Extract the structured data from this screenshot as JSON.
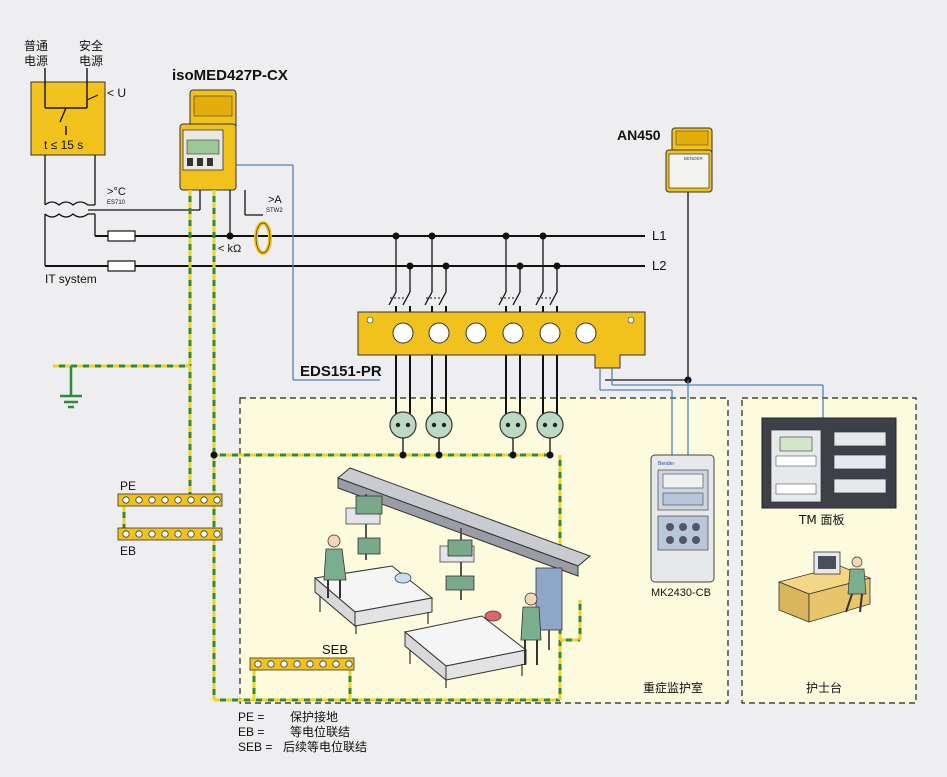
{
  "labels": {
    "normal_power": [
      "普通",
      "电源"
    ],
    "safe_power": [
      "安全",
      "电源"
    ],
    "undervoltage": "< U",
    "timer": "t ≤ 15 s",
    "temp": ">°C",
    "temp_code": "ES710",
    "current": ">A",
    "current_code": "STW2",
    "impedance": "< kΩ",
    "it_system": "IT system",
    "isomed": "isoMED427P-CX",
    "an450": "AN450",
    "l1": "L1",
    "l2": "L2",
    "eds": "EDS151-PR",
    "pe": "PE",
    "eb": "EB",
    "seb": "SEB",
    "tm_panel": "TM 面板",
    "mk2430": "MK2430-CB",
    "icu": "重症监护室",
    "nurse_station": "护士台",
    "an450_tag": "BENDER",
    "mk_tag": "Bender"
  },
  "legend": [
    {
      "abbr": "PE =",
      "text": "保护接地"
    },
    {
      "abbr": "EB =",
      "text": "等电位联结"
    },
    {
      "abbr": "SEB =",
      "text": "后续等电位联结"
    }
  ],
  "colors": {
    "device_yellow": "#f2c21c",
    "pe_green": "#2f8a3a",
    "pe_yellow": "#f1d21e",
    "signal_blue": "#4f83b6",
    "room_fill": "#fdfbdd",
    "socket_green": "#bcd9c4"
  }
}
